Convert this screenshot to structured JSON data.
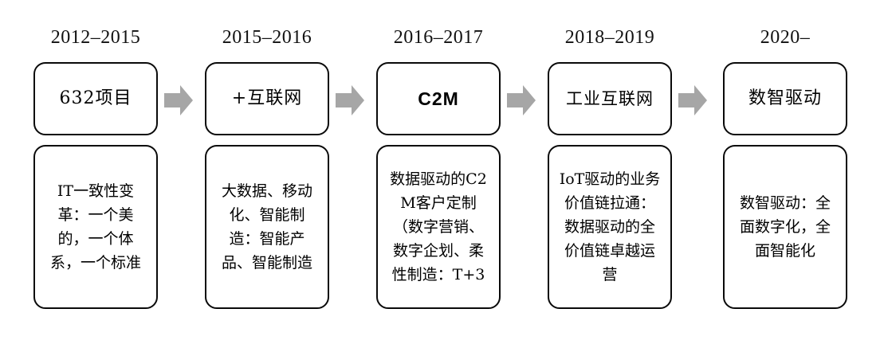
{
  "diagram": {
    "type": "timeline-flow",
    "arrow_color": "#a6a6a6",
    "border_color": "#0a0a0a",
    "background_color": "#ffffff",
    "text_color": "#000000",
    "columns": [
      {
        "year": "2012–2015",
        "title": "632项目",
        "description": "IT一致性变革：一个美的，一个体系，一个标准"
      },
      {
        "year": "2015–2016",
        "title": "+互联网",
        "description": "大数据、移动化、智能制造：智能产品、智能制造"
      },
      {
        "year": "2016–2017",
        "title": "C2M",
        "description": "数据驱动的C2M客户定制（数字营销、数字企划、柔性制造：T+3"
      },
      {
        "year": "2018–2019",
        "title": "工业互联网",
        "description": "IoT驱动的业务价值链拉通：数据驱动的全价值链卓越运营"
      },
      {
        "year": "2020–",
        "title": "数智驱动",
        "description": "数智驱动：全面数字化，全面智能化"
      }
    ],
    "arrows": [
      {
        "label": "arrow-1-to-2"
      },
      {
        "label": "arrow-2-to-3"
      },
      {
        "label": "arrow-3-to-4"
      },
      {
        "label": "arrow-4-to-5"
      }
    ]
  }
}
